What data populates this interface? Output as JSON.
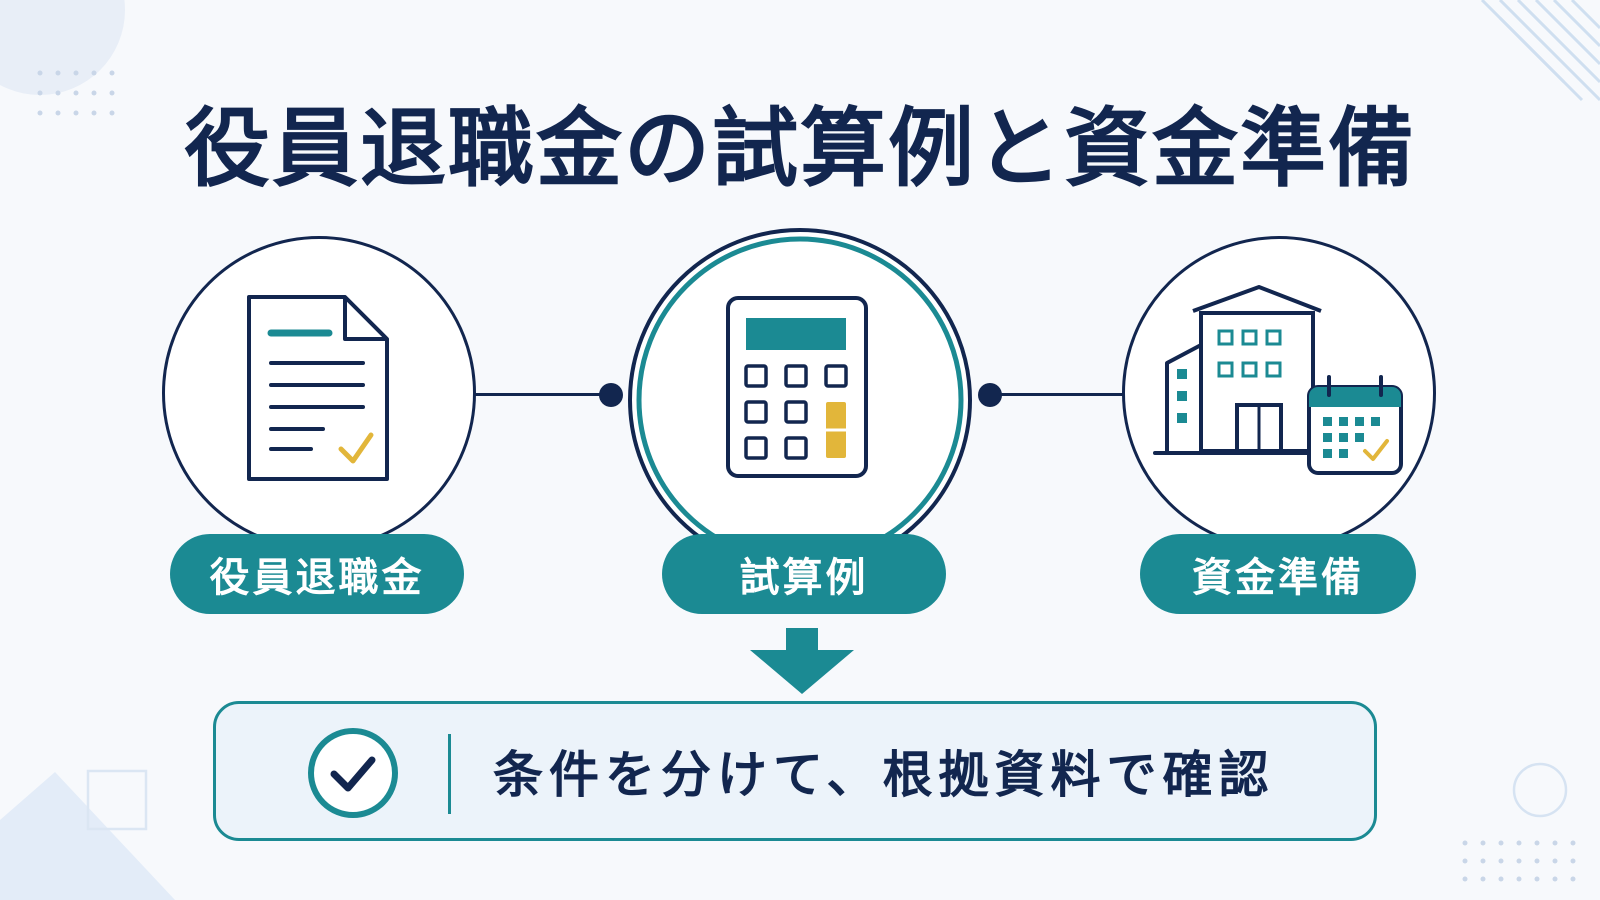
{
  "title": "役員退職金の試算例と資金準備",
  "nodes": [
    {
      "label": "役員退職金",
      "icon": "document-check-icon"
    },
    {
      "label": "試算例",
      "icon": "calculator-icon"
    },
    {
      "label": "資金準備",
      "icon": "building-calendar-icon"
    }
  ],
  "result": {
    "text": "条件を分けて、根拠資料で確認",
    "icon": "checkmark-circle-icon"
  },
  "colors": {
    "navy": "#12264f",
    "teal": "#1b8a93",
    "gold": "#e2b63a",
    "background": "#f7f9fc",
    "result_box": "#ecf3fa"
  }
}
